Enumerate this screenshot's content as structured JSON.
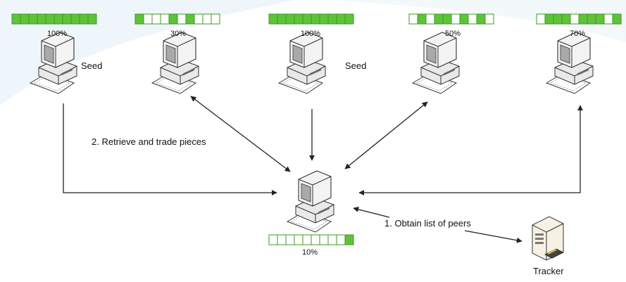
{
  "colors": {
    "piece_filled": "#5ec23a",
    "piece_empty": "#ffffff",
    "piece_border": "#3c9a22",
    "arrow": "#222222",
    "monitor_screen": "#a9aaa8",
    "computer_body": "#eeeeee",
    "background_tint": "#eaf3f9"
  },
  "icons": {
    "peer": "desktop-computer-icon",
    "tracker": "server-tower-icon"
  },
  "peers": [
    {
      "id": "peer-1",
      "percent_label": "100%",
      "role_label": "Seed",
      "pieces": [
        1,
        1,
        1,
        1,
        1,
        1,
        1,
        1,
        1,
        1
      ]
    },
    {
      "id": "peer-2",
      "percent_label": "30%",
      "role_label": "",
      "pieces": [
        1,
        0,
        0,
        0,
        1,
        0,
        1,
        0,
        0,
        0
      ]
    },
    {
      "id": "peer-3",
      "percent_label": "100%",
      "role_label": "Seed",
      "pieces": [
        1,
        1,
        1,
        1,
        1,
        1,
        1,
        1,
        1,
        1
      ]
    },
    {
      "id": "peer-4",
      "percent_label": "50%",
      "role_label": "",
      "pieces": [
        0,
        1,
        0,
        1,
        1,
        0,
        1,
        0,
        1,
        0
      ]
    },
    {
      "id": "peer-5",
      "percent_label": "70%",
      "role_label": "",
      "pieces": [
        0,
        1,
        1,
        1,
        0,
        1,
        1,
        1,
        0,
        1
      ]
    }
  ],
  "client": {
    "percent_label": "10%",
    "pieces": [
      0,
      0,
      0,
      0,
      0,
      0,
      0,
      0,
      0,
      1
    ]
  },
  "tracker": {
    "label": "Tracker"
  },
  "annotations": {
    "trade": "2. Retrieve and trade pieces",
    "obtain": "1. Obtain list of peers"
  }
}
